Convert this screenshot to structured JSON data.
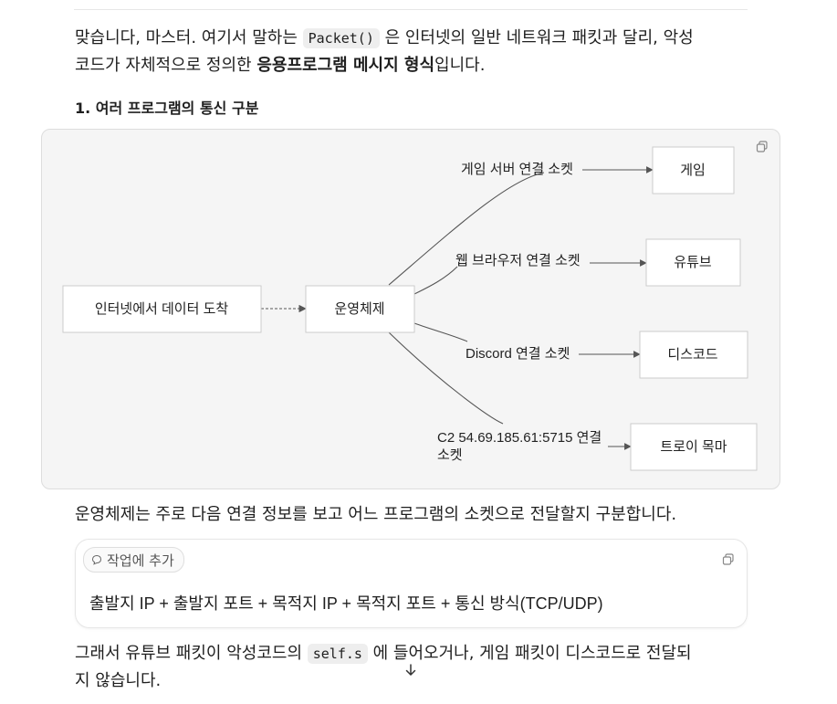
{
  "intro": {
    "part1": "맞습니다, 마스터. 여기서 말하는 ",
    "code": "Packet()",
    "part2": " 은 인터넷의 일반 네트워크 패킷과 달리, 악성",
    "part3": "코드가 자체적으로 정의한 ",
    "bold": "응용프로그램 메시지 형식",
    "part4": "입니다."
  },
  "section_heading": "1. 여러 프로그램의 통신 구분",
  "diagram": {
    "source_node": "인터넷에서 데이터 도착",
    "os_node": "운영체제",
    "edges": [
      {
        "label": "게임 서버 연결 소켓",
        "target": "게임"
      },
      {
        "label": "웹 브라우저 연결 소켓",
        "target": "유튜브"
      },
      {
        "label": "Discord 연결 소켓",
        "target": "디스코드"
      },
      {
        "label_line1": "C2 54.69.185.61:5715 연결",
        "label_line2": "소켓",
        "target": "트로이 목마"
      }
    ]
  },
  "explain": "운영체제는 주로 다음 연결 정보를 보고 어느 프로그램의 소켓으로 전달할지 구분합니다.",
  "codebox": {
    "chip_label": "작업에 추가",
    "content": "출발지 IP + 출발지 포트 + 목적지 IP + 목적지 포트 + 통신 방식(TCP/UDP)"
  },
  "final": {
    "part1": "그래서 유튜브 패킷이 악성코드의 ",
    "code": "self.s",
    "part2": " 에 들어오거나, 게임 패킷이 디스코드로 전달되",
    "part3": "지 않습니다."
  },
  "colors": {
    "diagram_bg": "#f5f5f5",
    "node_border": "#cccccc",
    "edge": "#555555"
  }
}
